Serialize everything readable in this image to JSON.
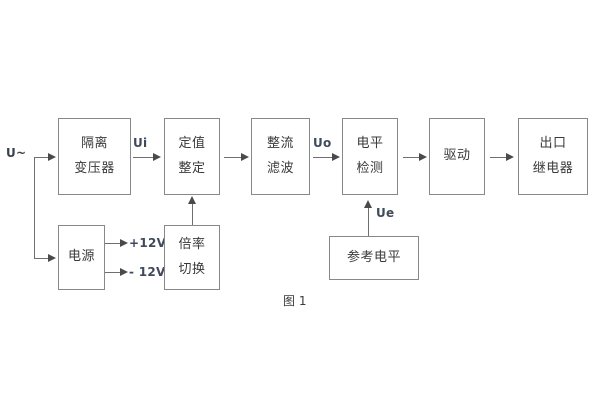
{
  "diagram": {
    "caption": "图 1",
    "blocks": [
      {
        "id": "isolation-transformer",
        "lines": [
          "隔离",
          "变压器"
        ]
      },
      {
        "id": "power-supply",
        "lines": [
          "电源"
        ]
      },
      {
        "id": "setting-value",
        "lines": [
          "定值",
          "整定"
        ]
      },
      {
        "id": "multiplier-switch",
        "lines": [
          "倍率",
          "切换"
        ]
      },
      {
        "id": "rectify-filter",
        "lines": [
          "整流",
          "滤波"
        ]
      },
      {
        "id": "level-detect",
        "lines": [
          "电平",
          "检测"
        ]
      },
      {
        "id": "reference-level",
        "lines": [
          "参考电平"
        ]
      },
      {
        "id": "drive",
        "lines": [
          "驱动"
        ]
      },
      {
        "id": "output-relay",
        "lines": [
          "出口",
          "继电器"
        ]
      }
    ],
    "signals": {
      "input": "U~",
      "ui": "Ui",
      "uo": "Uo",
      "ue": "Ue",
      "rail_positive": "+12V",
      "rail_negative": "- 12V"
    }
  },
  "colors": {
    "background": "#ffffff",
    "box_border": "#888888",
    "box_text": "#3a3a3a",
    "signal_text": "#3f4a5a",
    "line": "#6f6f6f",
    "arrow": "#4a4a4a"
  }
}
